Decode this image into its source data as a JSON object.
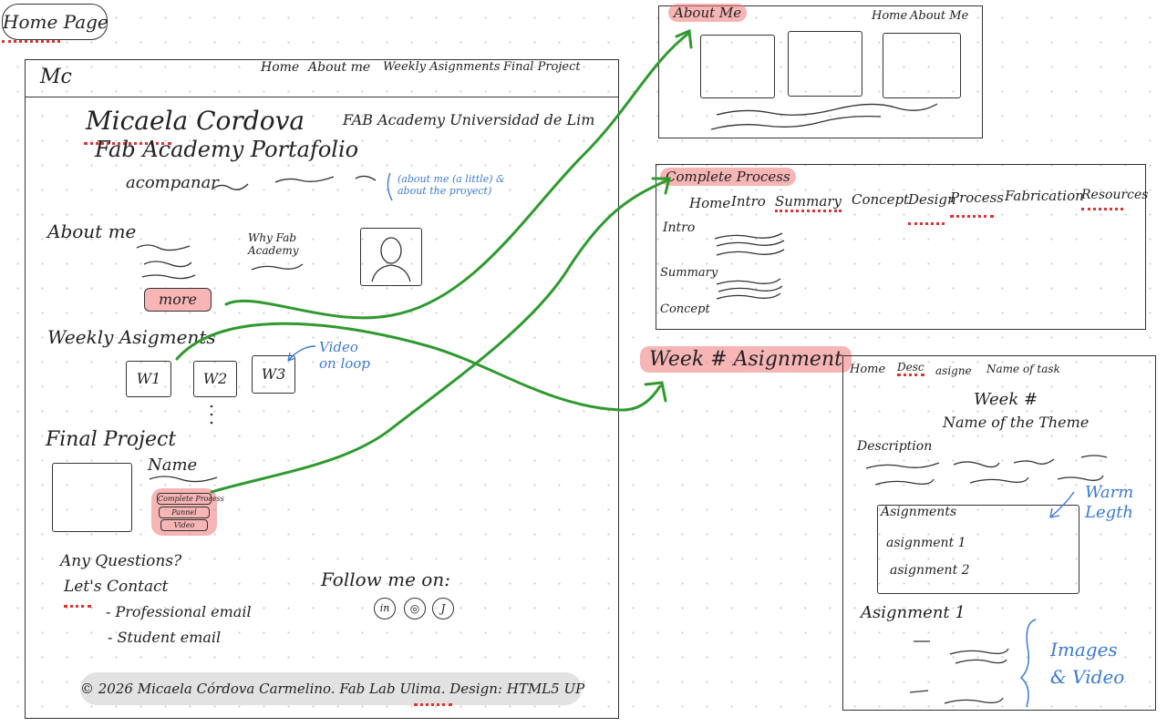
{
  "title": "Home Page",
  "home": {
    "logo": "Mc",
    "nav": [
      "Home",
      "About me",
      "Weekly Asignments",
      "Final Project"
    ],
    "name": "Micaela Cordova",
    "subtitle": "Fab Academy Portafolio",
    "university": "FAB Academy Universidad de Lim",
    "tagline": "acompanar",
    "about_note": "(about me (a little) & about the proyect)",
    "about_heading": "About me",
    "why_fab": "Why Fab Academy",
    "more_button": "more",
    "weekly_heading": "Weekly Asigments",
    "weeks": [
      "W1",
      "W2",
      "W3"
    ],
    "video_note": "Video on loop",
    "final_heading": "Final Project",
    "final_name": "Name",
    "final_buttons": [
      "Complete Process",
      "Pannel",
      "Video"
    ],
    "questions": "Any Questions?",
    "contact": "Let's Contact",
    "emails": [
      "- Professional email",
      "- Student email"
    ],
    "follow": "Follow me on:",
    "social_icons": [
      "in",
      "◎",
      "J"
    ],
    "footer": "© 2026 Micaela Córdova Carmelino. Fab Lab Ulima. Design: HTML5 UP"
  },
  "about_page": {
    "label": "About Me",
    "nav": [
      "Home",
      "About Me"
    ]
  },
  "process_page": {
    "label": "Complete Process",
    "nav": [
      "Home",
      "Intro",
      "Summary",
      "Concept",
      "Design",
      "Process",
      "Fabrication",
      "Resources"
    ],
    "sections": [
      "Intro",
      "Summary",
      "Concept"
    ]
  },
  "week_page": {
    "label": "Week # Asignment",
    "nav": [
      "Home",
      "Desc",
      "asigne",
      "Name of task"
    ],
    "week": "Week #",
    "theme": "Name of the Theme",
    "description": "Description",
    "assign_box_title": "Asignments",
    "assign_items": [
      "asignment 1",
      "asignment 2"
    ],
    "warm_note": "Warm Legth",
    "assignment1": "Asignment 1",
    "images_note": "Images & Video"
  },
  "colors": {
    "arrow": "#2f9a2f",
    "highlight": "#f08080",
    "note": "#3a7bd5",
    "footer_bg": "#e2e2e2"
  }
}
